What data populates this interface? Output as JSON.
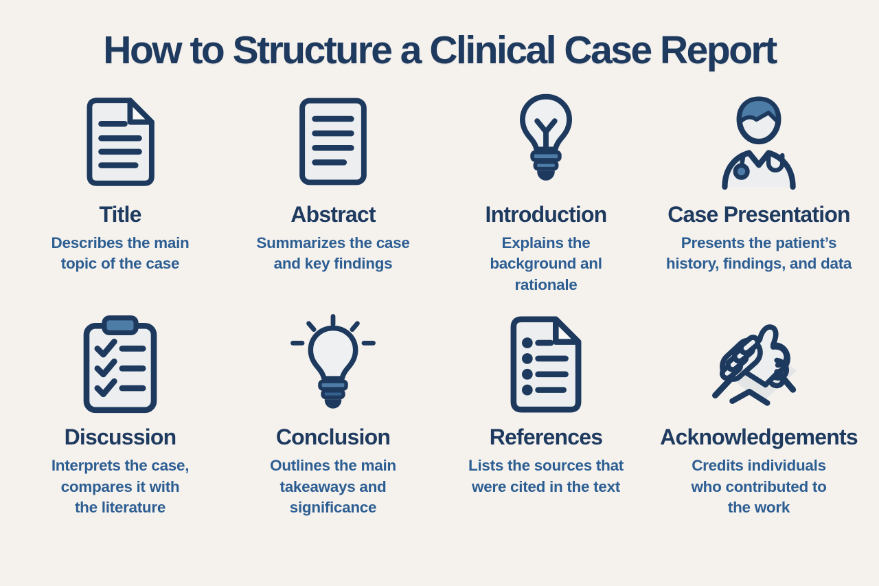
{
  "page": {
    "title": "How to Structure a Clinical Case Report",
    "background_color": "#f5f2ee",
    "colors": {
      "title_navy": "#1e3a5f",
      "heading_navy": "#1e3a5f",
      "description_blue": "#2d5e92",
      "icon_outline": "#1d3a5e",
      "icon_fill": "#eceef0",
      "icon_accent": "#4d7ca7",
      "icon_shadow": "#e3e5e7"
    }
  },
  "sections": [
    {
      "icon": "document-lines-icon",
      "title": "Title",
      "description": "Describes the main\ntopic of the case"
    },
    {
      "icon": "document-text-icon",
      "title": "Abstract",
      "description": "Summarizes the case\nand key findings"
    },
    {
      "icon": "lightbulb-filament-icon",
      "title": "Introduction",
      "description": "Explains the\nbackground anl\nrationale"
    },
    {
      "icon": "doctor-icon",
      "title": "Case Presentation",
      "description": "Presents the patient’s\nhistory, findings, and data"
    },
    {
      "icon": "clipboard-checklist-icon",
      "title": "Discussion",
      "description": "Interprets the case,\ncompares it with\nthe literature"
    },
    {
      "icon": "lightbulb-rays-icon",
      "title": "Conclusion",
      "description": "Outlines the main\ntakeaways and\nsignificance"
    },
    {
      "icon": "document-list-icon",
      "title": "References",
      "description": "Lists the sources that\nwere cited in the text"
    },
    {
      "icon": "handshake-icon",
      "title": "Acknowledgements",
      "description": "Credits individuals\nwho contributed to\nthe work"
    }
  ]
}
